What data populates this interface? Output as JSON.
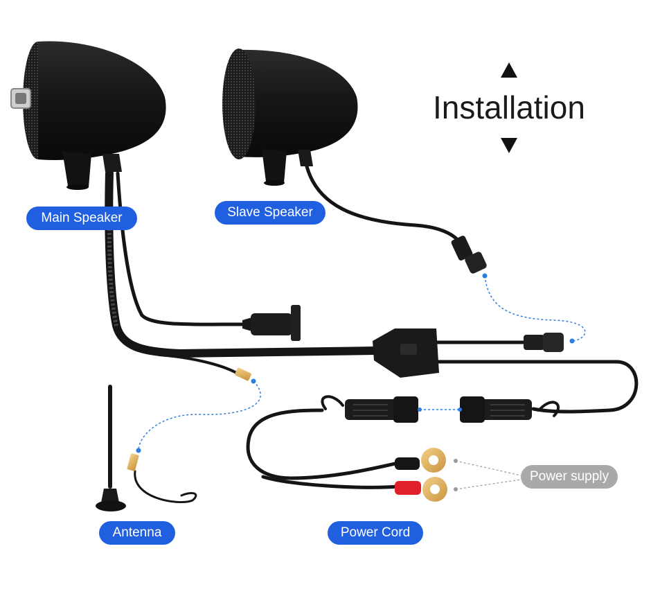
{
  "title": "Installation",
  "labels": {
    "main_speaker": "Main Speaker",
    "slave_speaker": "Slave Speaker",
    "antenna": "Antenna",
    "power_cord": "Power Cord",
    "power_supply": "Power supply"
  },
  "colors": {
    "label_blue": "#1f5fe0",
    "label_gray": "#a9a9a9",
    "dotted_line": "#2a7de1",
    "red_terminal": "#e0202a",
    "ring_terminal": "#e3b361"
  }
}
